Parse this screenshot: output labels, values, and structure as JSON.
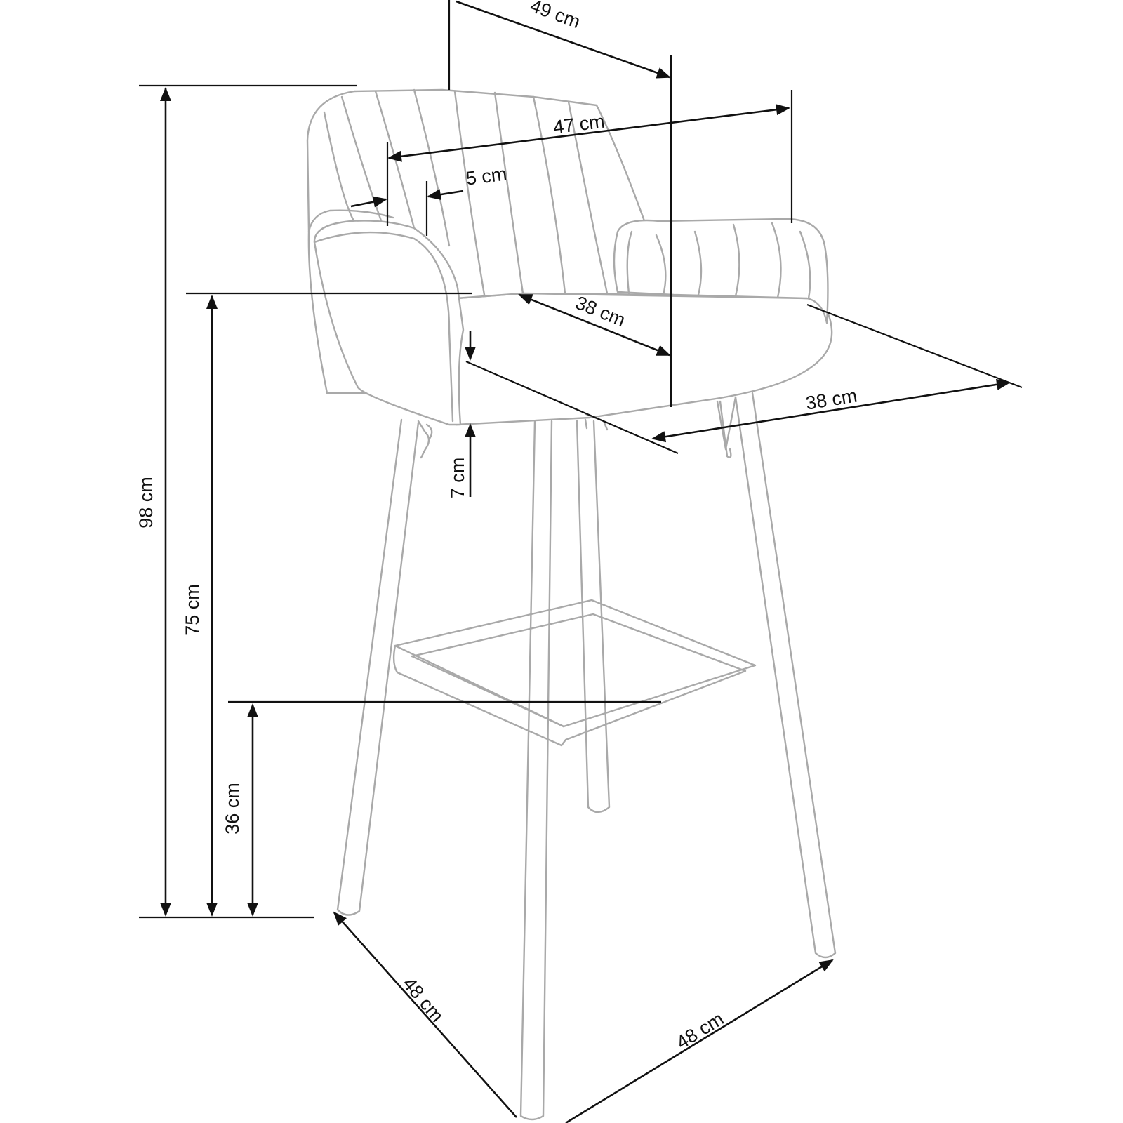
{
  "dimensions": {
    "depth_top": "49 cm",
    "back_width": "47 cm",
    "arm_width": "5 cm",
    "seat_depth": "38 cm",
    "seat_width": "38 cm",
    "seat_thickness": "7 cm",
    "total_height": "98 cm",
    "seat_height": "75 cm",
    "footrest_height": "36 cm",
    "base_depth": "48 cm",
    "base_width": "48 cm"
  },
  "colors": {
    "product_line": "#a9a9a9",
    "dimension_line": "#111111",
    "background": "#ffffff"
  }
}
